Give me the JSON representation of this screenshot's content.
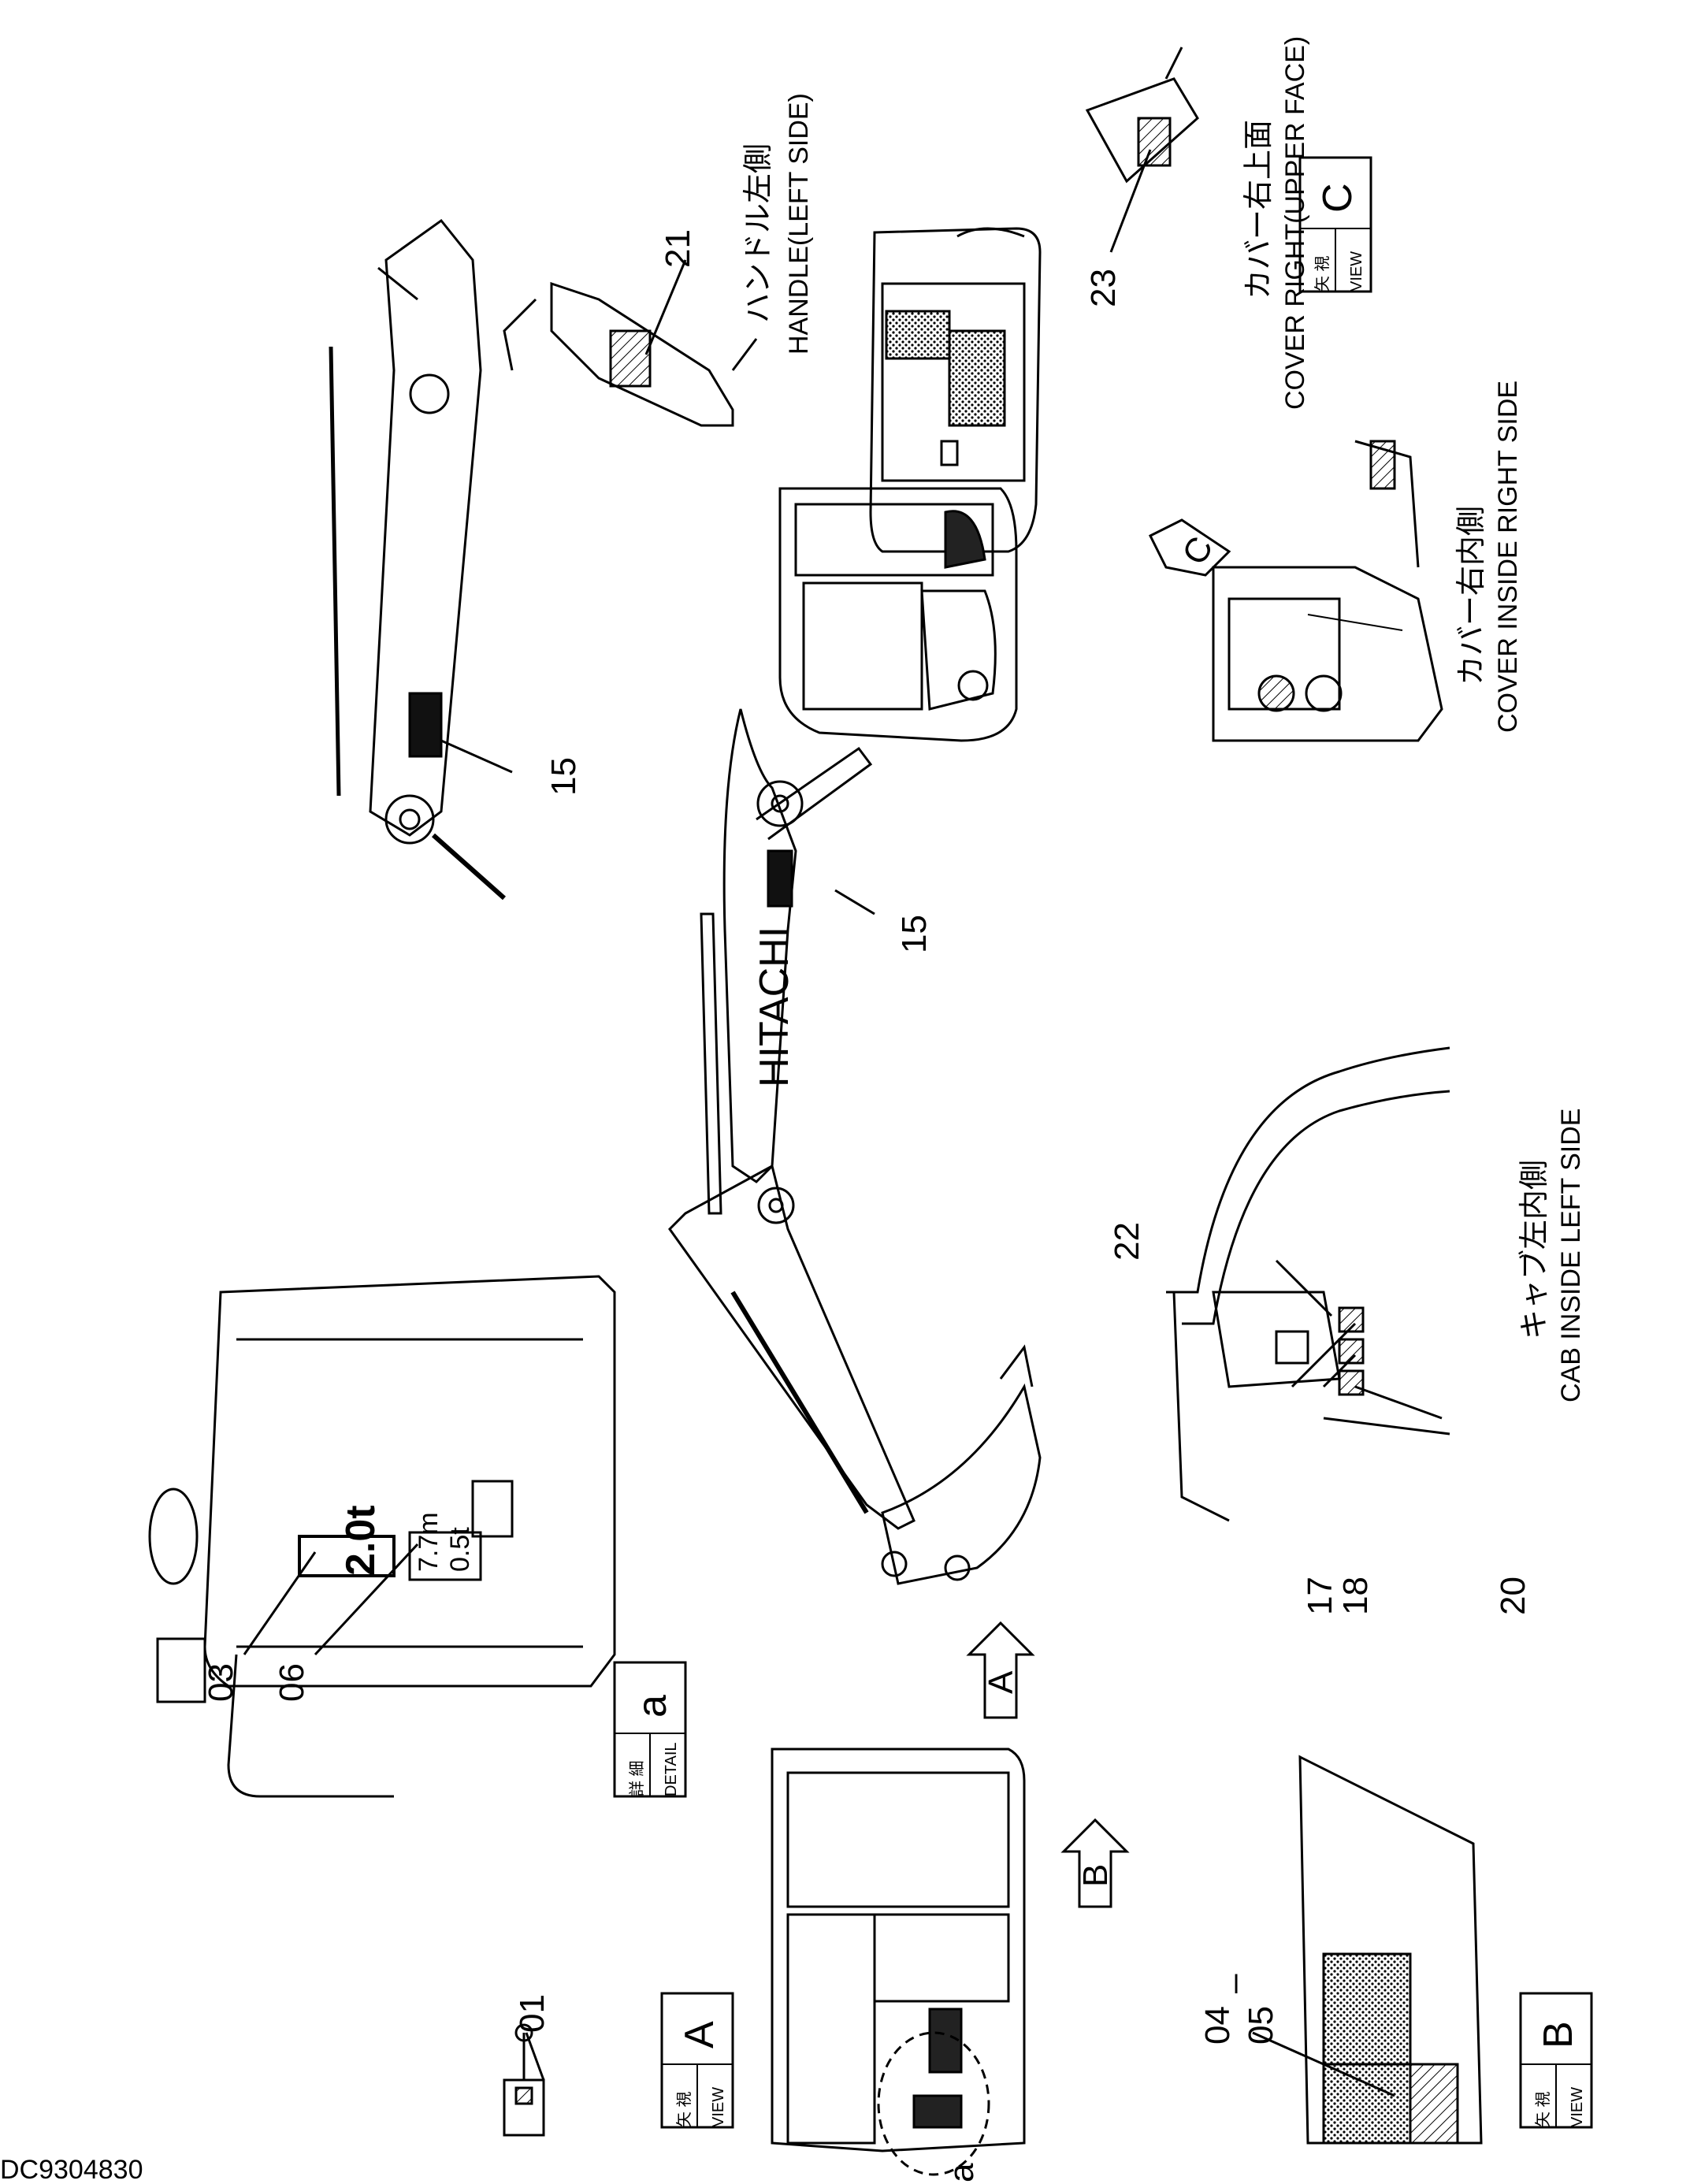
{
  "drawing_id": "DC9304830",
  "callouts": {
    "c01": "01",
    "c03": "03",
    "c06": "06",
    "c04": "04",
    "c05": "05",
    "c_dash": "–",
    "c15a": "15",
    "c15b": "15",
    "c17": "17",
    "c18": "18",
    "c20": "20",
    "c21": "21",
    "c22": "22",
    "c23": "23"
  },
  "detail_label": {
    "jp": "詳 細",
    "en": "DETAIL",
    "letter": "a"
  },
  "view_labels": {
    "A": {
      "jp": "矢 視",
      "en": "VIEW",
      "letter": "A"
    },
    "B": {
      "jp": "矢 視",
      "en": "VIEW",
      "letter": "B"
    },
    "C": {
      "jp": "矢 視",
      "en": "VIEW",
      "letter": "C"
    }
  },
  "view_arrows": {
    "A": "A",
    "B": "B",
    "C": "C"
  },
  "detail_circle_letter": "a",
  "captions": {
    "handle_jp": "ハンドル左側",
    "handle_en": "HANDLE(LEFT SIDE)",
    "cover_upper_jp": "カバー右上面",
    "cover_upper_en": "COVER RIGHT(UPPER FACE)",
    "cover_inside_jp": "カバー右内側",
    "cover_inside_en": "COVER INSIDE RIGHT SIDE",
    "cab_jp": "キャブ左内側",
    "cab_en": "CAB INSIDE LEFT SIDE"
  },
  "plate_text": {
    "capacity": "2.0t",
    "reach": "7.7m",
    "load": "0.5t",
    "boom_brand": "HITACHI"
  }
}
